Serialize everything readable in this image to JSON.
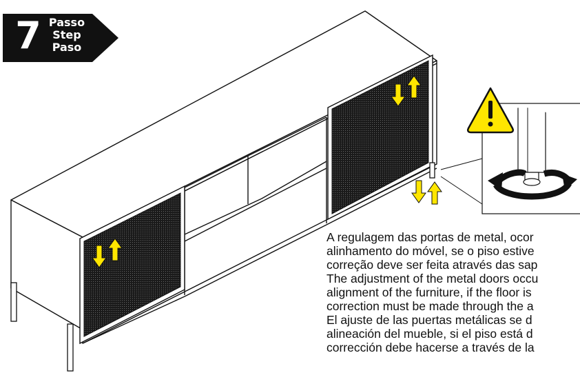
{
  "step": {
    "number": "7",
    "labels": [
      "Passo",
      "Step",
      "Paso"
    ]
  },
  "colors": {
    "badge": "#111111",
    "arrow": "#ffe600",
    "warning": "#ffe600",
    "door_mesh": "#1a1a1a"
  },
  "icons": {
    "warning": "warning-triangle-icon",
    "rotate": "rotate-arrows-icon"
  },
  "instructions": [
    "A regulagem das portas de metal, ocor",
    "alinhamento do móvel, se o piso estive",
    "correção deve ser feita através das sap",
    "The adjustment of the metal doors occu",
    "alignment of the furniture, if the floor is",
    "correction must be made through the a",
    "El ajuste de las puertas metálicas se d",
    "alineación del mueble, si el piso está d",
    "corrección debe hacerse a través de la"
  ]
}
